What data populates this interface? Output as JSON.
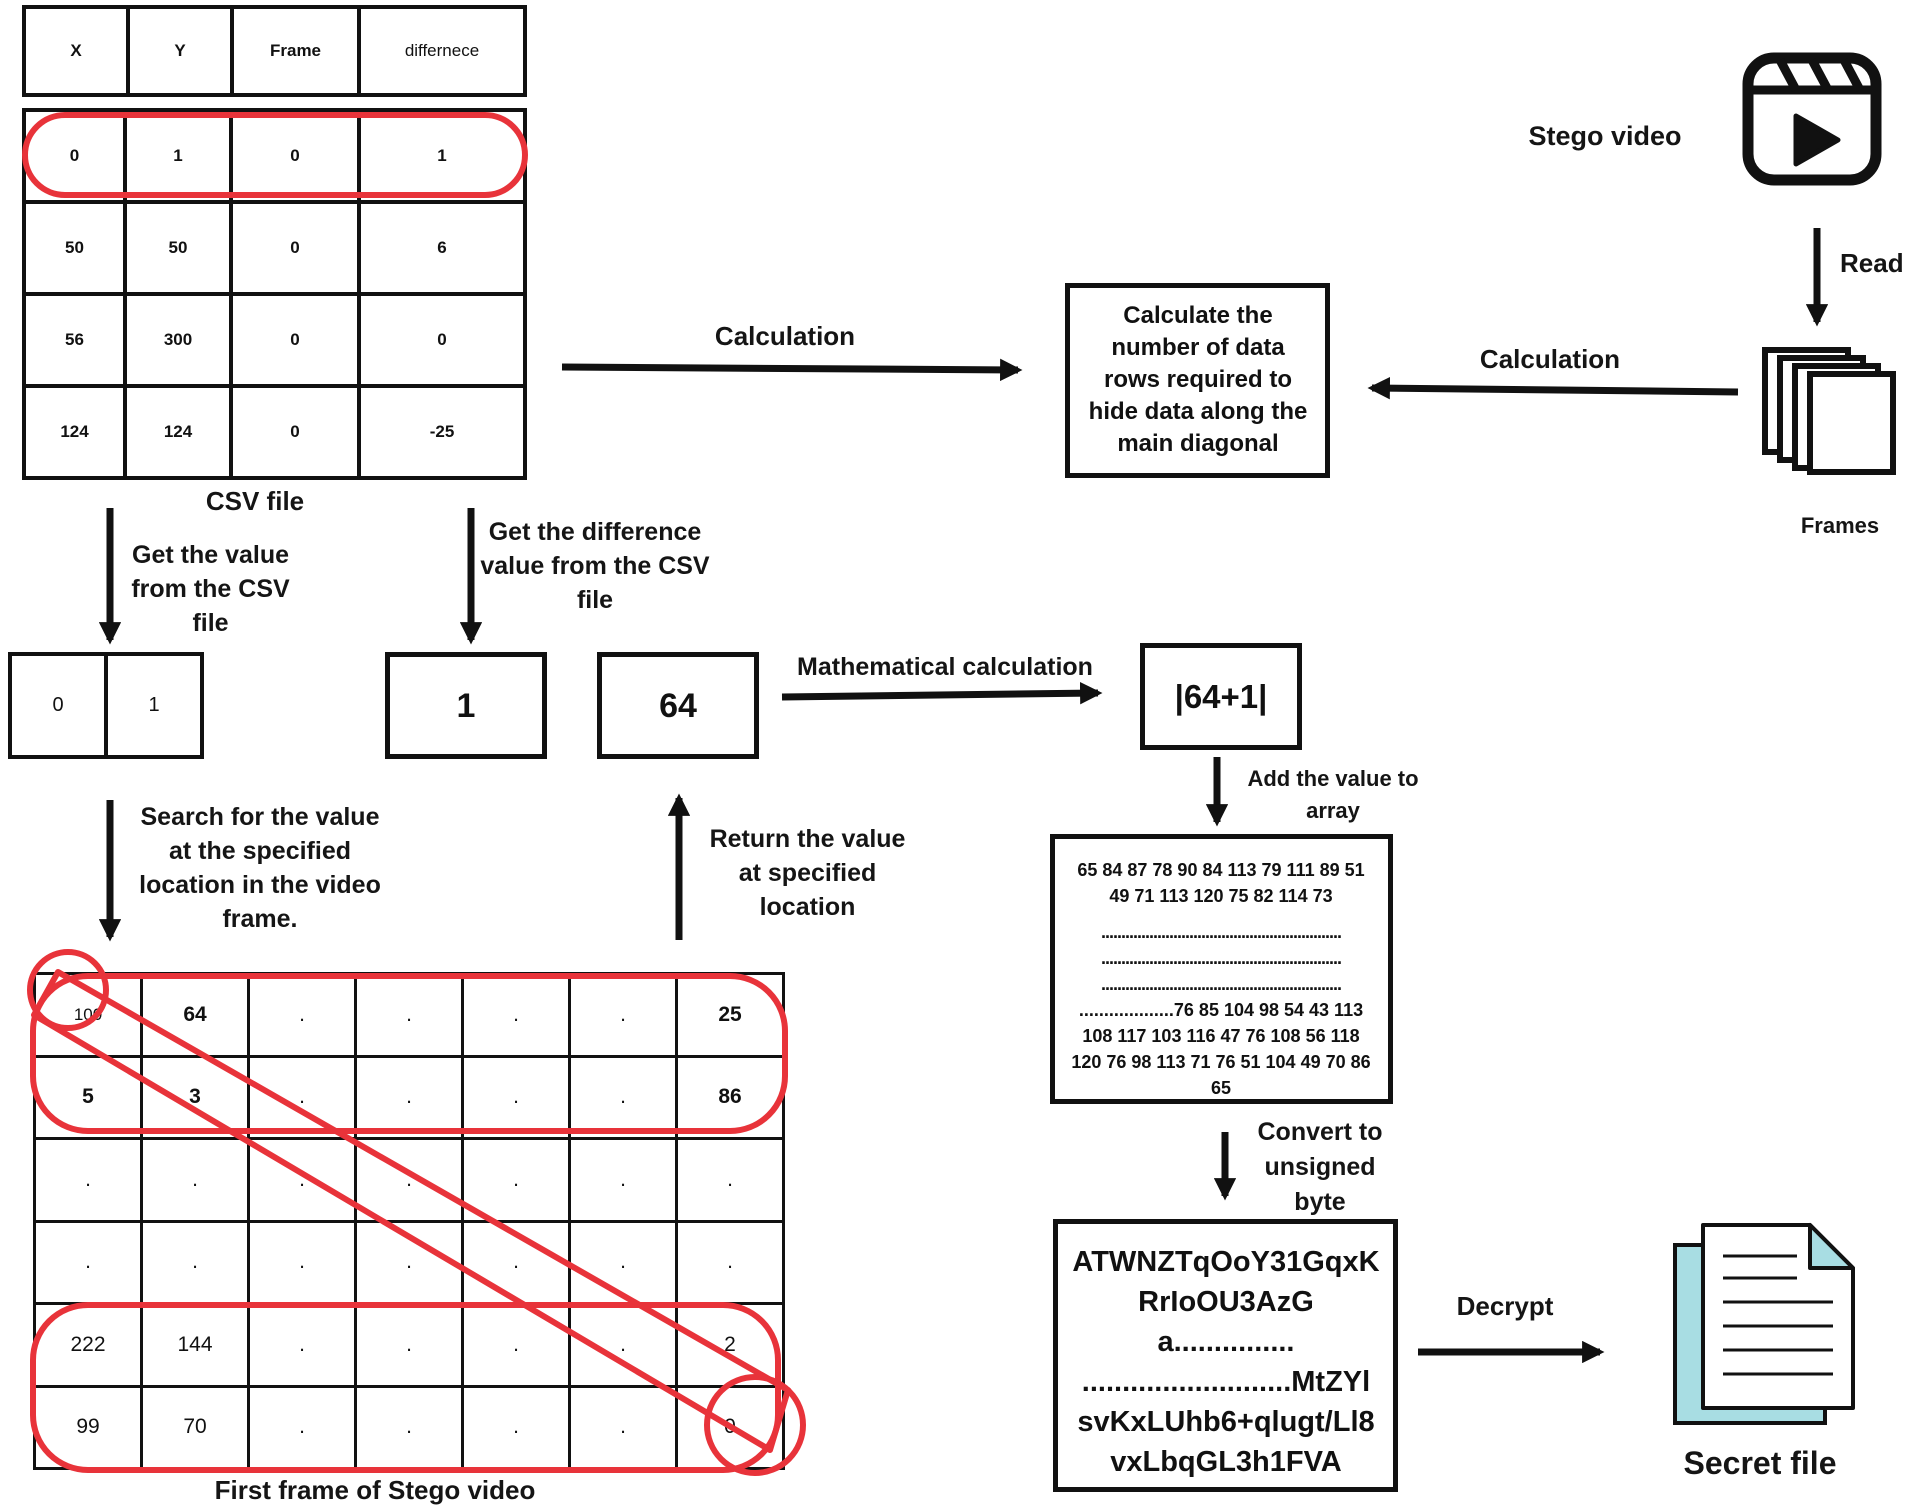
{
  "csv": {
    "headers": [
      "X",
      "Y",
      "Frame",
      "differnece"
    ],
    "rows": [
      [
        "0",
        "1",
        "0",
        "1"
      ],
      [
        "50",
        "50",
        "0",
        "6"
      ],
      [
        "56",
        "300",
        "0",
        "0"
      ],
      [
        "124",
        "124",
        "0",
        "-25"
      ]
    ],
    "caption": "CSV file"
  },
  "stego_video_label": "Stego video",
  "read_label": "Read",
  "frames_label": "Frames",
  "calculation_left_label": "Calculation",
  "calculation_right_label": "Calculation",
  "calc_box_text": "Calculate the number of data rows required to hide data along the main diagonal",
  "get_value_label": "Get the value from the CSV file",
  "get_difference_label": "Get the difference value from the CSV file",
  "coord_values": [
    "0",
    "1"
  ],
  "difference_value": "1",
  "pixel_value": "64",
  "math_label": "Mathematical calculation",
  "sum_box": "|64+1|",
  "add_to_array_label": "Add the value to array",
  "array_text": {
    "line1": "65 84 87 78 90 84 113 79 111 89 51 49 71 113 120 75 82 114 73",
    "dots1": "............................................................",
    "dots2": "............................................................",
    "dots3": "............................................................",
    "line2": "...................76 85 104 98 54 43 113 108 117 103 116 47 76 108 56 118 120 76 98 113 71 76 51 104 49 70 86 65"
  },
  "search_label": "Search for the value at the specified location in the video frame.",
  "return_label": "Return the value at specified location",
  "convert_label": "Convert to unsigned byte",
  "base64_text": "ATWNZTqOoY31GqxK RrIoOU3AzGa............... ..........................MtZYl svKxLUhb6+qlugt/Ll8 vxLbqGL3h1FVA",
  "decrypt_label": "Decrypt",
  "secret_file_label": "Secret file",
  "frame_grid": {
    "rows": [
      [
        "100",
        "64",
        ".",
        ".",
        ".",
        ".",
        "25"
      ],
      [
        "5",
        "3",
        ".",
        ".",
        ".",
        ".",
        "86"
      ],
      [
        ".",
        ".",
        ".",
        ".",
        ".",
        ".",
        "."
      ],
      [
        ".",
        ".",
        ".",
        ".",
        ".",
        ".",
        "."
      ],
      [
        "222",
        "144",
        ".",
        ".",
        ".",
        ".",
        "2"
      ],
      [
        "99",
        "70",
        ".",
        ".",
        ".",
        ".",
        "0"
      ]
    ],
    "caption": "First frame of Stego video"
  },
  "colors": {
    "highlight": "#e8333a",
    "line": "#111111",
    "file_accent": "#a8dde3"
  }
}
